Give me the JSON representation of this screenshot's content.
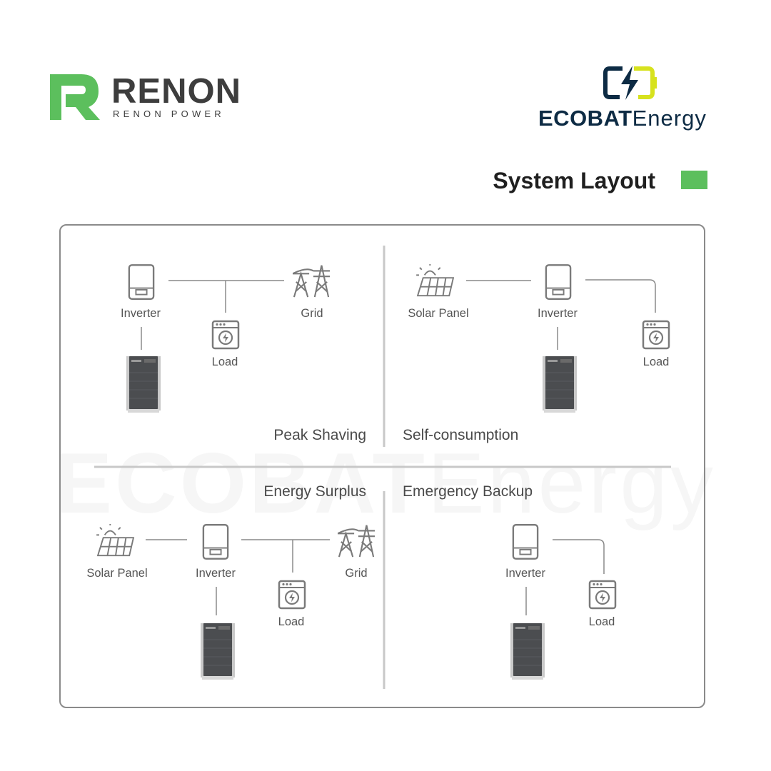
{
  "brand": {
    "renon_name": "RENON",
    "renon_tagline": "RENON POWER",
    "ecobat_bold": "ECOBAT",
    "ecobat_light": "Energy",
    "renon_green": "#5cbf5d",
    "ecobat_navy": "#0d2b44",
    "ecobat_yellow": "#d7e21e"
  },
  "header": {
    "title": "System Layout",
    "accent_color": "#5cbf5d"
  },
  "watermark": {
    "bold": "ECOBAT",
    "light": "Energy"
  },
  "scenarios": [
    {
      "title": "Peak Shaving",
      "labels": {
        "inverter": "Inverter",
        "grid": "Grid",
        "load": "Load"
      }
    },
    {
      "title": "Self-consumption",
      "labels": {
        "solar": "Solar Panel",
        "inverter": "Inverter",
        "load": "Load"
      }
    },
    {
      "title": "Energy Surplus",
      "labels": {
        "solar": "Solar Panel",
        "inverter": "Inverter",
        "grid": "Grid",
        "load": "Load"
      }
    },
    {
      "title": "Emergency Backup",
      "labels": {
        "inverter": "Inverter",
        "load": "Load"
      }
    }
  ]
}
